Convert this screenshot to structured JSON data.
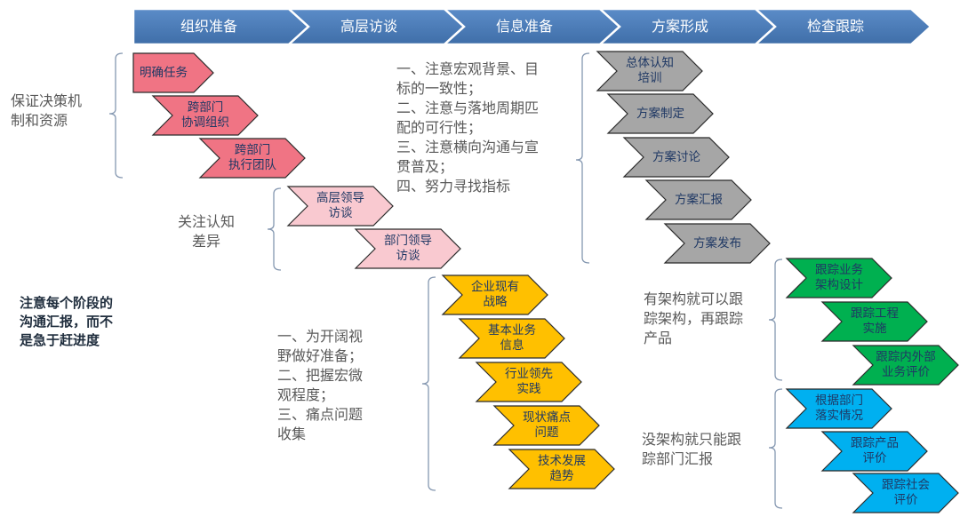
{
  "colors": {
    "header": "#4f81bd",
    "pink_dark": "#f07484",
    "pink_light": "#f9c9d0",
    "gray": "#a6a6a6",
    "yellow": "#ffc000",
    "green": "#00b050",
    "blue": "#00b0f0",
    "bracket": "#8497b0",
    "text_dark": "#1f3864"
  },
  "stages": [
    "组织准备",
    "高层访谈",
    "信息准备",
    "方案形成",
    "检查跟踪"
  ],
  "groups": {
    "org": {
      "label": "保证决策机\n制和资源",
      "items": [
        "明确任务",
        "跨部门\n协调组织",
        "跨部门\n执行团队"
      ]
    },
    "interview": {
      "label": "关注认知\n差异",
      "items": [
        "高层领导\n访谈",
        "部门领导\n访谈"
      ]
    },
    "info_notes": "一、注意宏观背景、目\n标的一致性；\n二、注意与落地周期匹\n配的可行性；\n三、注意横向沟通与宣\n贯普及；\n四、努力寻找指标",
    "plan": {
      "items": [
        "总体认知\n培训",
        "方案制定",
        "方案讨论",
        "方案汇报",
        "方案发布"
      ]
    },
    "emphasis": "注意每个阶段的\n沟通汇报，而不\n是急于赶进度",
    "info": {
      "label": "一、为开阔视\n野做好准备；\n二、把握宏微\n观程度；\n三、痛点问题\n收集",
      "items": [
        "企业现有\n战略",
        "基本业务\n信息",
        "行业领先\n实践",
        "现状痛点\n问题",
        "技术发展\n趋势"
      ]
    },
    "track_arch": {
      "label": "有架构就可以跟\n踪架构，再跟踪\n产品",
      "items": [
        "跟踪业务\n架构设计",
        "跟踪工程\n实施",
        "跟踪内外部\n业务评价"
      ]
    },
    "track_dept": {
      "label": "没架构就只能跟\n踪部门汇报",
      "items": [
        "根据部门\n落实情况",
        "跟踪产品\n评价",
        "跟踪社会\n评价"
      ]
    }
  }
}
